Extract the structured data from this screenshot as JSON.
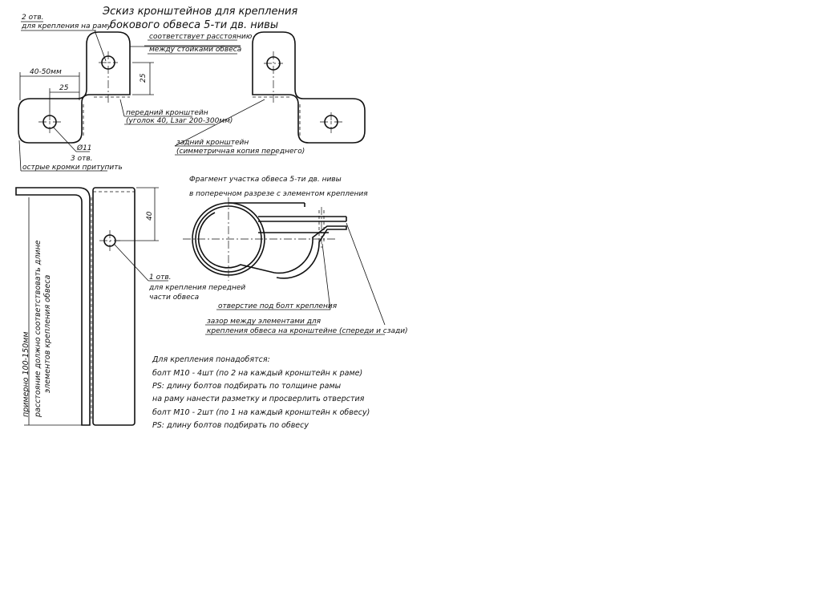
{
  "title": {
    "line1": "Эскиз кронштейнов для крепления",
    "line2": "бокового обвеса 5-ти дв. нивы"
  },
  "top_view": {
    "label_2holes_a": "2 отв.",
    "label_2holes_b": "для крепления на раму",
    "label_match_a": "соответствует расстоянию",
    "label_match_b": "между стойками обвеса",
    "dim_40_50": "40-50мм",
    "dim_25_h": "25",
    "dim_25_v": "25",
    "label_front_a": "передний кронштейн",
    "label_front_b": "(уголок 40, Lзаг 200-300мм)",
    "dim_d11": "Ø11",
    "label_3holes": "3 отв.",
    "label_edges": "острые кромки притупить",
    "label_rear_a": "задний кронштейн",
    "label_rear_b": "(симметричная копия переднего)"
  },
  "side_view": {
    "dim_40": "40",
    "label_1hole_a": "1 отв.",
    "label_1hole_b": "для крепления передней",
    "label_1hole_c": "части обвеса",
    "rotated_a": "примерно 100-150мм",
    "rotated_b": "расстояние должно соответствовать длине",
    "rotated_c": "элементов крепления обвеса"
  },
  "section": {
    "title_a": "Фрагмент участка обвеса 5-ти дв. нивы",
    "title_b": "в поперечном разрезе с элементом крепления",
    "label_bolt_hole": "отверстие под болт крепления",
    "label_gap_a": "зазор между элементами для",
    "label_gap_b": "крепления обвеса на кронштейне (спереди и сзади)"
  },
  "notes": [
    "Для крепления понадобятся:",
    "болт М10 - 4шт (по 2 на каждый кронштейн к раме)",
    "PS: длину болтов подбирать по толщине рамы",
    "на раму нанести разметку и просверлить отверстия",
    "болт М10 - 2шт (по 1 на каждый кронштейн к обвесу)",
    "PS: длину болтов подбирать по обвесу"
  ]
}
